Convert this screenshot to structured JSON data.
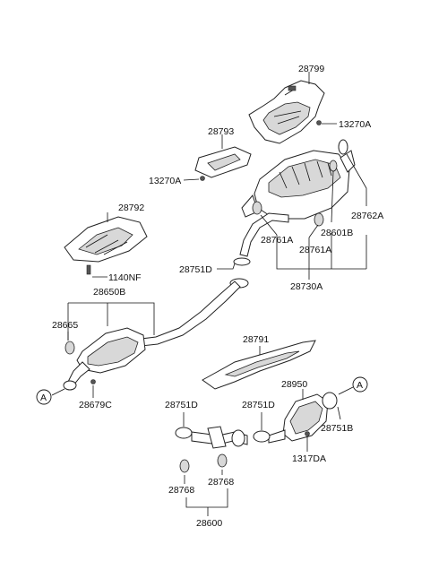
{
  "labels": {
    "p28799": "28799",
    "p13270A_top": "13270A",
    "p28793": "28793",
    "p13270A_mid": "13270A",
    "p28792": "28792",
    "p1140NF": "1140NF",
    "p28650B": "28650B",
    "p28665": "28665",
    "p28679C": "28679C",
    "p28751D_upper": "28751D",
    "p28761A_1": "28761A",
    "p28761A_2": "28761A",
    "p28601B": "28601B",
    "p28762A": "28762A",
    "p28730A": "28730A",
    "p28791": "28791",
    "p28950": "28950",
    "p28751D_left": "28751D",
    "p28751D_mid": "28751D",
    "p28751B": "28751B",
    "p1317DA": "1317DA",
    "p28768_left": "28768",
    "p28768_right": "28768",
    "p28600": "28600",
    "ref_left": "A",
    "ref_right": "A"
  }
}
